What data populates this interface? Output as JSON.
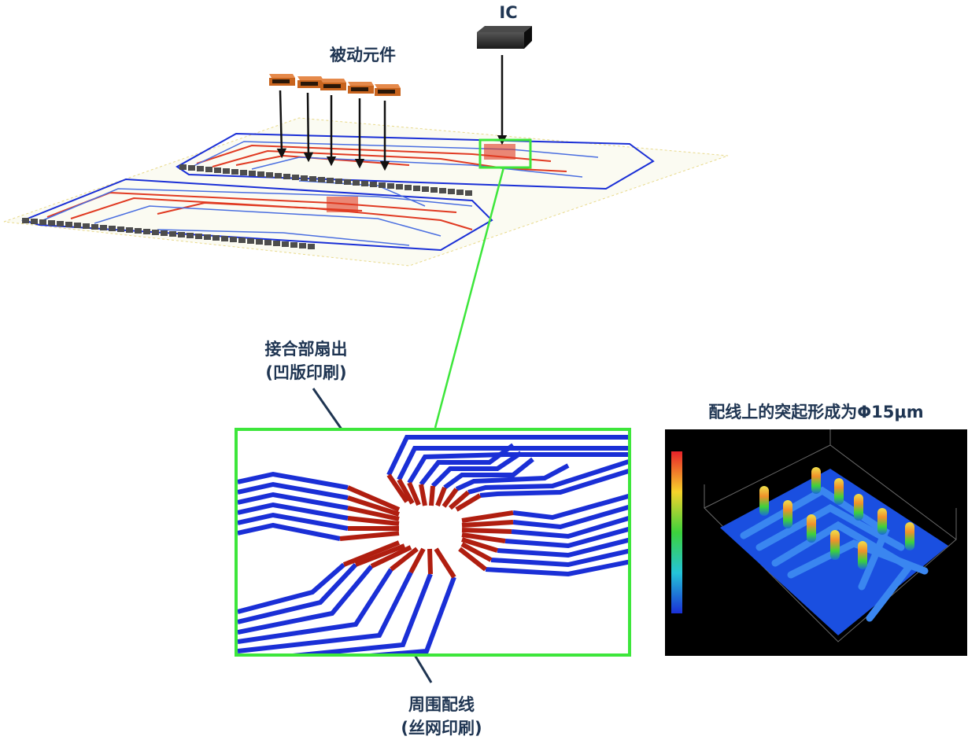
{
  "labels": {
    "ic": "IC",
    "passive": "被动元件",
    "fanout_line1": "接合部扇出",
    "fanout_line2": "(凹版印刷)",
    "wiring_line1": "周围配线",
    "wiring_line2": "(丝网印刷)",
    "bump_title": "配线上的突起形成为Φ15μm"
  },
  "colors": {
    "trace_blue": "#1a2fd6",
    "trace_red": "#b01e10",
    "highlight_green": "#3de63b",
    "passive_orange": "#c8641e",
    "ic_dark": "#222222",
    "label_navy": "#1f3552"
  }
}
